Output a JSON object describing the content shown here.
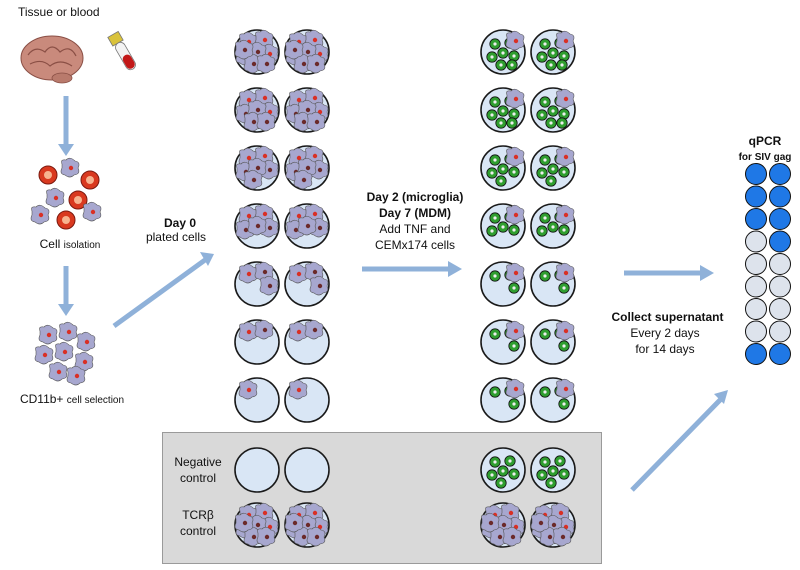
{
  "labels": {
    "source": "Tissue or blood",
    "isolation_main": "Cell",
    "isolation_small": "isolation",
    "selection_main": "CD11b+",
    "selection_small": "cell selection",
    "day0_title": "Day 0",
    "day0_sub": "plated cells",
    "day2_line1": "Day 2 (microglia)",
    "day2_line2": "Day 7 (MDM)",
    "day2_line3": "Add TNF and",
    "day2_line4": "CEMx174 cells",
    "qpcr_title": "qPCR",
    "qpcr_sub": "for SIV gag",
    "collect_title": "Collect supernatant",
    "collect_line2": "Every 2 days",
    "collect_line3": "for 14 days",
    "neg_line1": "Negative",
    "neg_line2": "control",
    "tcr_line1": "TCRβ",
    "tcr_line2": "control"
  },
  "dilution_rows": [
    {
      "cells": 8,
      "red_dots": 3
    },
    {
      "cells": 7,
      "red_dots": 3
    },
    {
      "cells": 6,
      "red_dots": 2
    },
    {
      "cells": 5,
      "red_dots": 2
    },
    {
      "cells": 3,
      "red_dots": 1
    },
    {
      "cells": 2,
      "red_dots": 1
    },
    {
      "cells": 1,
      "red_dots": 1
    }
  ],
  "qpcr_plate": [
    [
      "positive",
      "positive"
    ],
    [
      "positive",
      "positive"
    ],
    [
      "positive",
      "positive"
    ],
    [
      "negative",
      "positive"
    ],
    [
      "negative",
      "negative"
    ],
    [
      "negative",
      "negative"
    ],
    [
      "negative",
      "negative"
    ],
    [
      "negative",
      "negative"
    ],
    [
      "positive",
      "positive"
    ]
  ],
  "colors": {
    "well_fill": "#d9e6f5",
    "well_stroke": "#1a1a1a",
    "arrow": "#8fb1d9",
    "positive": "#1f78e6",
    "negative": "#dde3ec",
    "green_cell": "#2f9e2f",
    "red_cell": "#d93025",
    "macrophage": "#9b9bc6",
    "panel": "#d9d9d9"
  },
  "icons": [
    "brain-icon",
    "blood-tube-icon",
    "isolated-cells-icon",
    "selected-cells-icon"
  ]
}
